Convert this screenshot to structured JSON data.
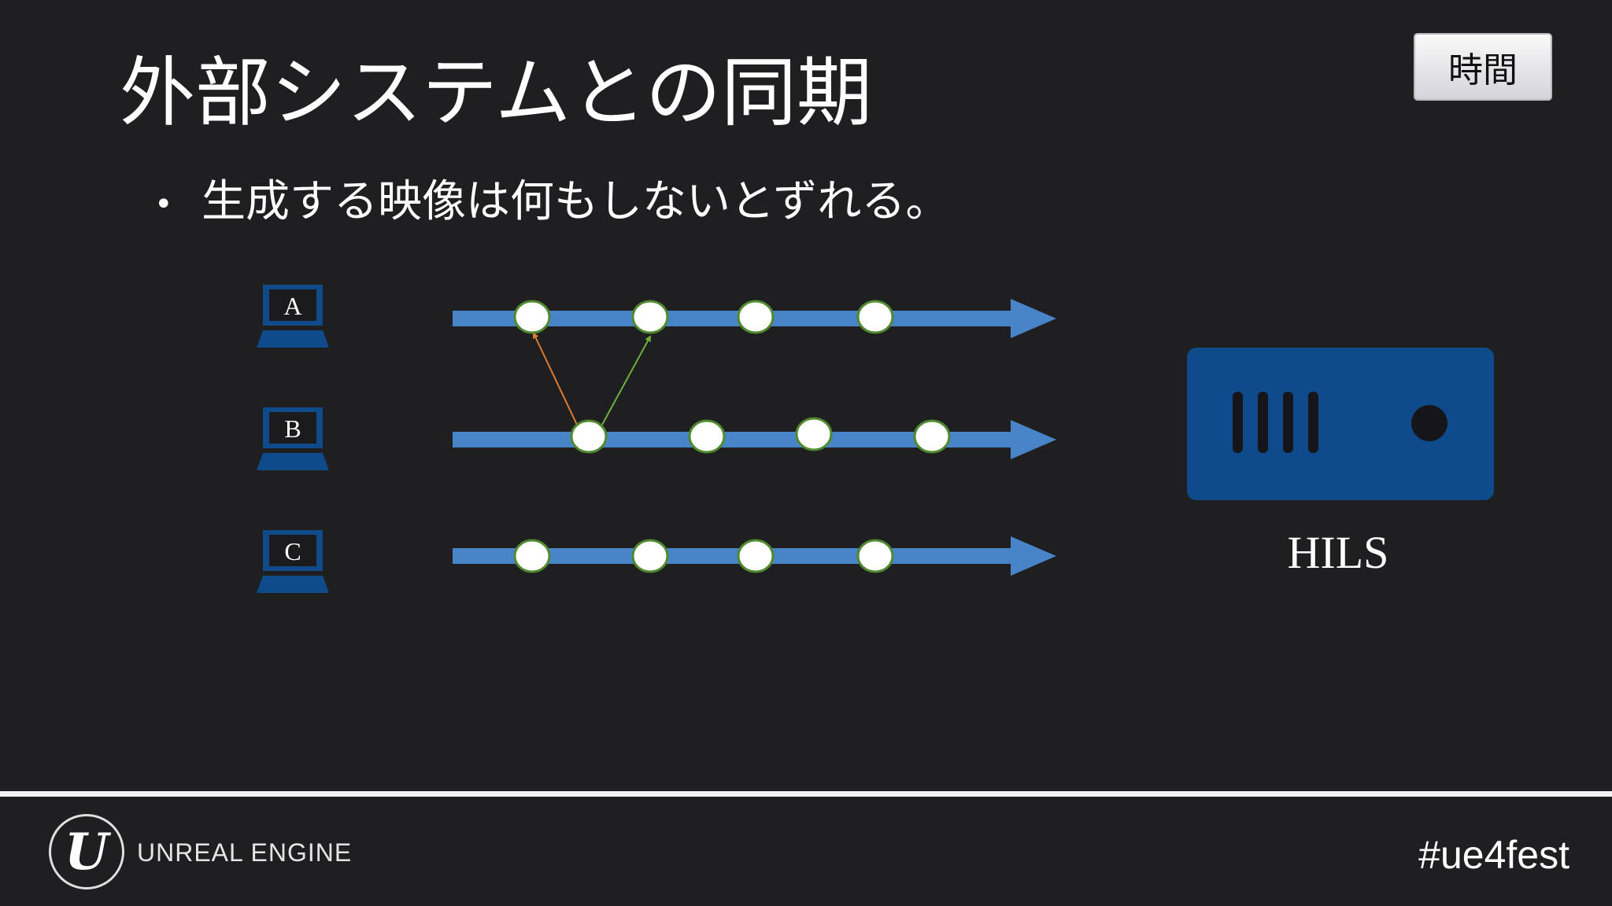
{
  "slide": {
    "title": "外部システムとの同期",
    "time_badge": "時間",
    "bullets": [
      "生成する映像は何もしないとずれる。"
    ]
  },
  "diagram": {
    "nodes": [
      {
        "label": "A",
        "icon": "laptop-icon"
      },
      {
        "label": "B",
        "icon": "laptop-icon"
      },
      {
        "label": "C",
        "icon": "laptop-icon"
      }
    ],
    "server": {
      "label": "HILS",
      "icon": "server-icon"
    },
    "colors": {
      "arrow": "#4a84c8",
      "dot_border": "#4f8a2f",
      "up_arrow_orange": "#e07a2e",
      "up_arrow_green": "#6fae3c",
      "server": "#0f4a8a"
    }
  },
  "footer": {
    "brand": "UNREAL ENGINE",
    "logo_mark": "U",
    "hashtag": "#ue4fest"
  }
}
